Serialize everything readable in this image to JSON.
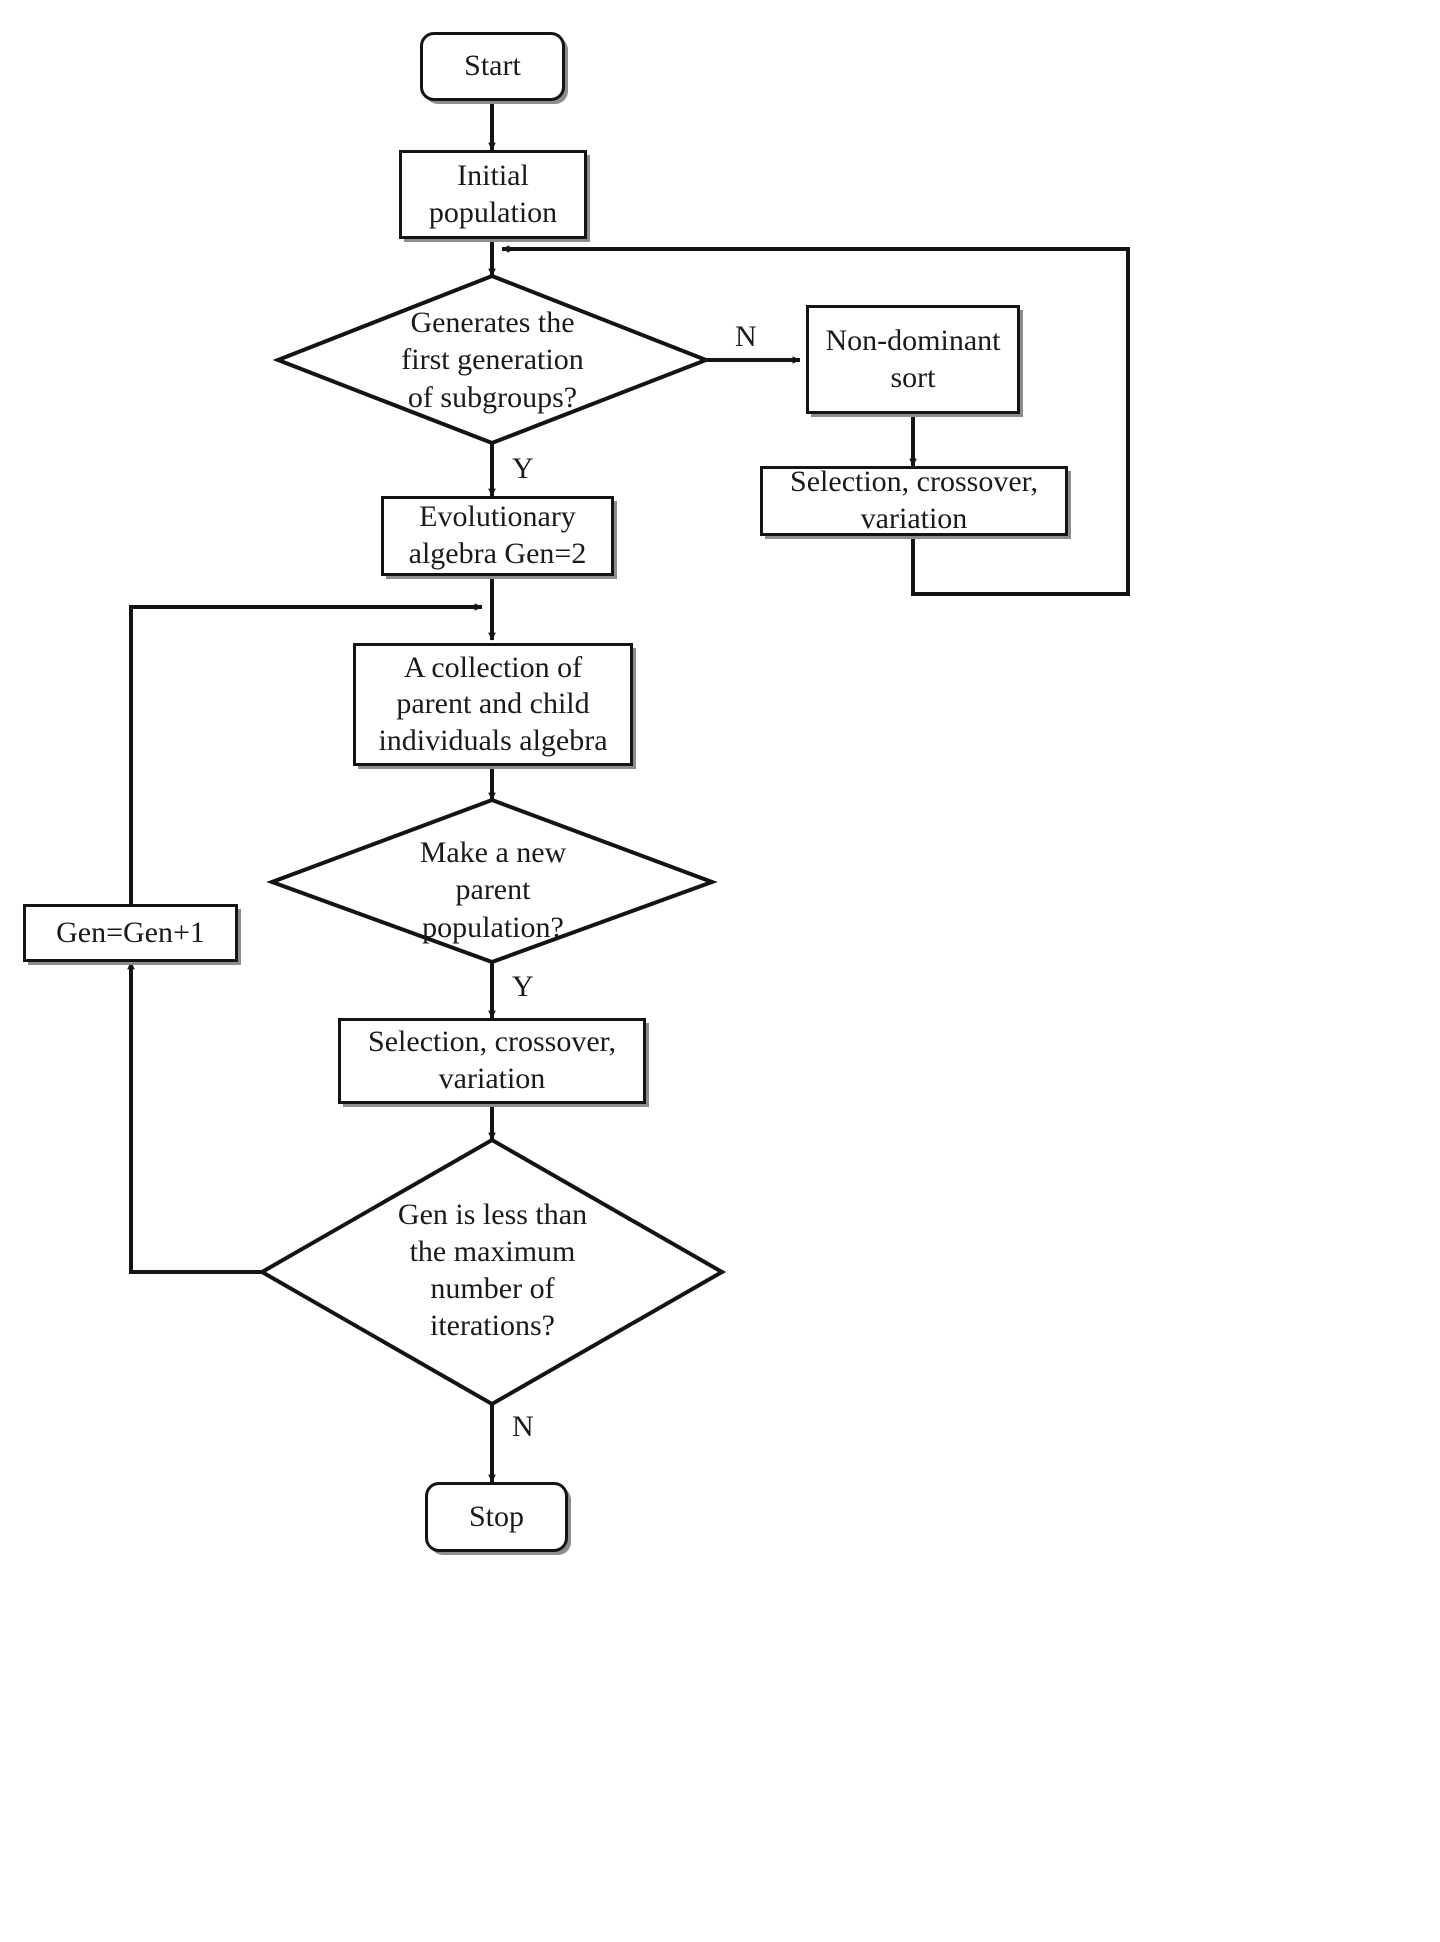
{
  "diagram": {
    "title": "Genetic algorithm flowchart",
    "type": "flowchart",
    "background": "#ffffff",
    "line_color": "#141414",
    "shadow_color": "#8d8d8d"
  },
  "nodes": {
    "start": {
      "label": "Start",
      "shape": "terminator"
    },
    "initial_population": {
      "label": "Initial\npopulation",
      "shape": "process"
    },
    "first_generation_decision": {
      "label": "Generates the\nfirst generation\nof subgroups?",
      "shape": "decision"
    },
    "non_dominant_sort": {
      "label": "Non-dominant\nsort",
      "shape": "process"
    },
    "selection_crossover_variation_right": {
      "label": "Selection, crossover,\nvariation",
      "shape": "process"
    },
    "evolutionary_algebra": {
      "label": "Evolutionary\nalgebra  Gen=2",
      "shape": "process"
    },
    "collection_parent_child": {
      "label": "A collection of\nparent and child\nindividuals algebra",
      "shape": "process"
    },
    "make_new_parent_decision": {
      "label": "Make a new\nparent\npopulation?",
      "shape": "decision"
    },
    "selection_crossover_variation_main": {
      "label": "Selection, crossover,\nvariation",
      "shape": "process"
    },
    "gen_less_than_max_decision": {
      "label": "Gen is less than\nthe maximum\nnumber of\niterations?",
      "shape": "decision"
    },
    "gen_increment": {
      "label": "Gen=Gen+1",
      "shape": "process"
    },
    "stop": {
      "label": "Stop",
      "shape": "terminator"
    }
  },
  "edge_labels": {
    "first_generation_no": "N",
    "first_generation_yes": "Y",
    "make_new_parent_yes": "Y",
    "gen_less_than_max_no": "N"
  }
}
